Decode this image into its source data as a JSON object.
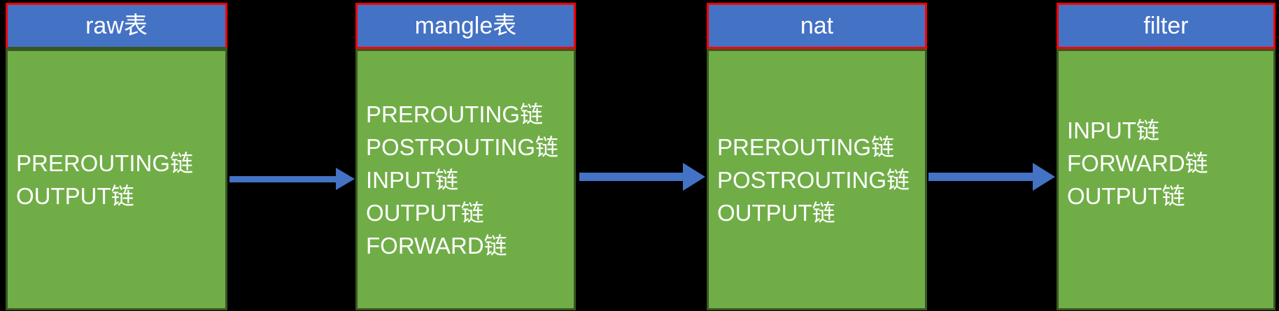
{
  "colors": {
    "canvas_bg": "#000000",
    "header_fill": "#4472C4",
    "header_border": "#FF0000",
    "body_fill": "#70AD47",
    "body_border": "#385723",
    "arrow_fill": "#4472C4",
    "text_color": "#FFFFFF"
  },
  "tables": [
    {
      "header": "raw表",
      "chains": [
        "PREROUTING链",
        "OUTPUT链"
      ]
    },
    {
      "header": "mangle表",
      "chains": [
        "PREROUTING链",
        "POSTROUTING链",
        "INPUT链",
        "OUTPUT链",
        "FORWARD链"
      ]
    },
    {
      "header": "nat",
      "chains": [
        "PREROUTING链",
        "POSTROUTING链",
        "OUTPUT链"
      ]
    },
    {
      "header": "filter",
      "chains": [
        "INPUT链",
        "FORWARD链",
        "OUTPUT链"
      ]
    }
  ],
  "arrows": [
    {
      "from": "raw表",
      "to": "mangle表"
    },
    {
      "from": "mangle表",
      "to": "nat"
    },
    {
      "from": "nat",
      "to": "filter"
    }
  ]
}
